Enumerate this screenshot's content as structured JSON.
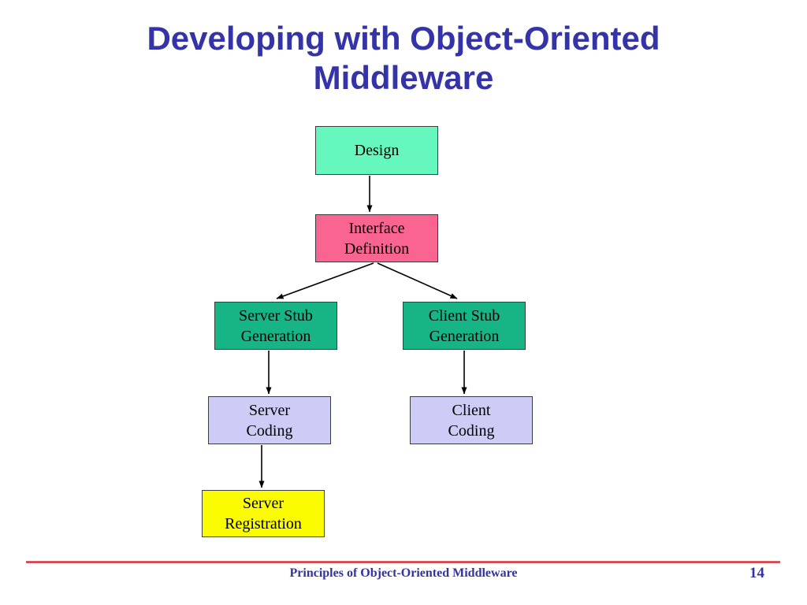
{
  "slide": {
    "title": "Developing with Object-Oriented\nMiddleware",
    "footer": {
      "text": "Principles of Object-Oriented Middleware",
      "page_number": "14"
    }
  },
  "colors": {
    "title_text": "#3434A8",
    "footer_text": "#3333A0",
    "footer_line_red": "#D6303E",
    "node_border": "#3C3C3C",
    "arrow_black": "#000000",
    "background": "#FFFFFF"
  },
  "diagram": {
    "nodes": [
      {
        "id": "design",
        "label": "Design",
        "fill": "#66F7BF"
      },
      {
        "id": "interface-definition",
        "label": "Interface\nDefinition",
        "fill": "#F96490"
      },
      {
        "id": "server-stub-generation",
        "label": "Server Stub\nGeneration",
        "fill": "#17B585"
      },
      {
        "id": "client-stub-generation",
        "label": "Client Stub\nGeneration",
        "fill": "#17B585"
      },
      {
        "id": "server-coding",
        "label": "Server\nCoding",
        "fill": "#CCCCF7"
      },
      {
        "id": "client-coding",
        "label": "Client\nCoding",
        "fill": "#CCCCF7"
      },
      {
        "id": "server-registration",
        "label": "Server\nRegistration",
        "fill": "#FCFC00"
      }
    ],
    "edges": [
      {
        "from": "design",
        "to": "interface-definition"
      },
      {
        "from": "interface-definition",
        "to": "server-stub-generation"
      },
      {
        "from": "interface-definition",
        "to": "client-stub-generation"
      },
      {
        "from": "server-stub-generation",
        "to": "server-coding"
      },
      {
        "from": "client-stub-generation",
        "to": "client-coding"
      },
      {
        "from": "server-coding",
        "to": "server-registration"
      }
    ]
  }
}
